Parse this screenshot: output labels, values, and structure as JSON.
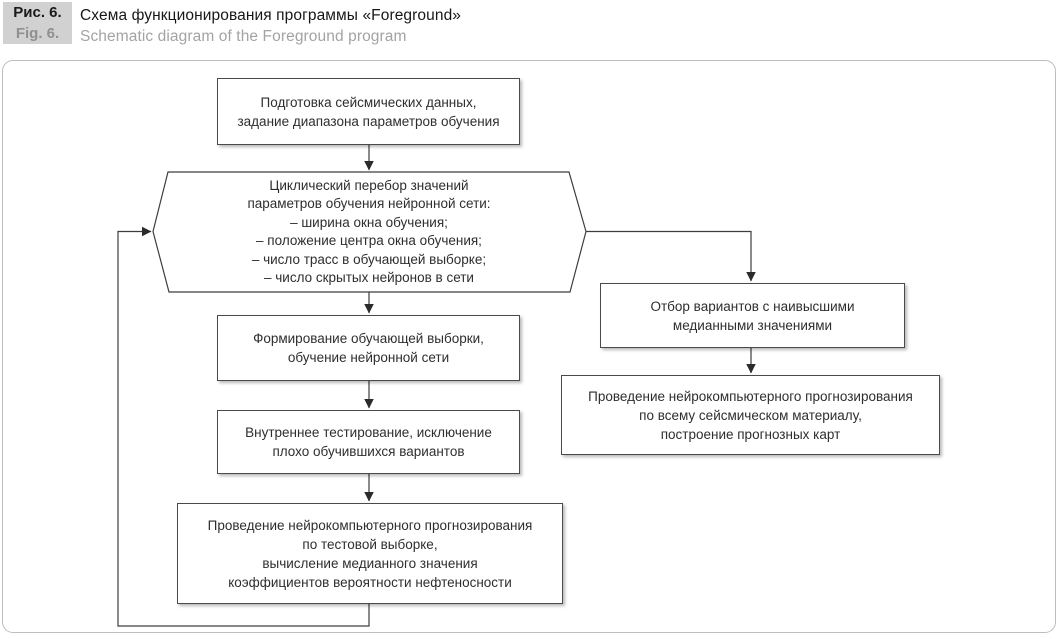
{
  "figure_header": {
    "label_ru": "Рис. 6.",
    "label_en": "Fig. 6.",
    "title_ru": "Схема функционирования программы «Foreground»",
    "title_en": "Schematic diagram of the Foreground program"
  },
  "colors": {
    "caption_chip_bg": "#d1d1d1",
    "caption_title_text": "#171717",
    "caption_subtitle_text": "#a3a3a3",
    "frame_border": "#bdbdbd",
    "node_border": "#4a4a4a",
    "node_text": "#2e2e2e",
    "connector": "#3d3d3d"
  },
  "flowchart": {
    "type": "flowchart",
    "nodes": {
      "prepare": {
        "shape": "rectangle",
        "lines": [
          "Подготовка сейсмических данных,",
          "задание диапазона параметров обучения"
        ]
      },
      "cycle": {
        "shape": "hexagon",
        "lines": [
          "Циклический перебор значений",
          "параметров обучения нейронной сети:",
          "– ширина окна обучения;",
          "– положение центра окна обучения;",
          "– число трасс в обучающей выборке;",
          "– число скрытых нейронов в сети"
        ]
      },
      "train": {
        "shape": "rectangle",
        "lines": [
          "Формирование обучающей выборки,",
          "обучение нейронной сети"
        ]
      },
      "internal_test": {
        "shape": "rectangle",
        "lines": [
          "Внутреннее тестирование, исключение",
          "плохо обучившихся вариантов"
        ]
      },
      "test_forecast": {
        "shape": "rectangle",
        "lines": [
          "Проведение нейрокомпьютерного прогнозирования",
          "по тестовой выборке,",
          "вычисление медианного значения",
          "коэффициентов вероятности нефтеносности"
        ]
      },
      "select": {
        "shape": "rectangle",
        "lines": [
          "Отбор вариантов с наивысшими",
          "медианными значениями"
        ]
      },
      "full_forecast": {
        "shape": "rectangle",
        "lines": [
          "Проведение нейрокомпьютерного прогнозирования",
          "по всему сейсмическом материалу,",
          "построение прогнозных карт"
        ]
      }
    },
    "edges": [
      "prepare -> cycle",
      "cycle -> train",
      "train -> internal_test",
      "internal_test -> test_forecast",
      "test_forecast -> cycle (feedback loop, left side)",
      "cycle -> select (right branch)",
      "select -> full_forecast"
    ]
  }
}
